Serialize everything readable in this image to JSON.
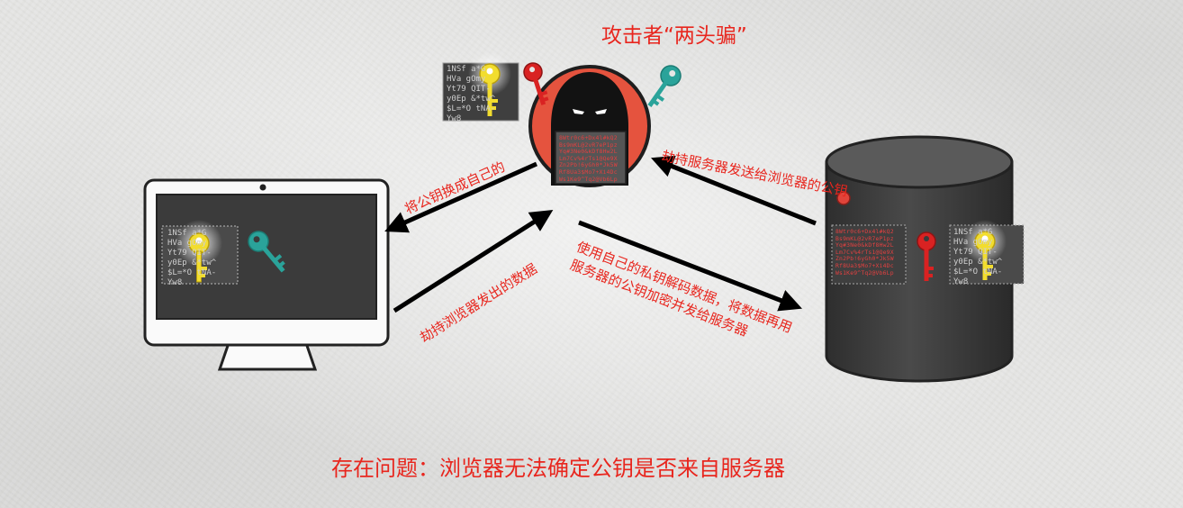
{
  "title": "攻击者“两头骗”",
  "problem": "存在问题：浏览器无法确定公钥是否来自服务器",
  "arrows": {
    "to_browser": "将公钥换成自己的",
    "hijack_browser": "劫持浏览器发出的数据",
    "hijack_server": "劫持服务器发送给浏览器的公钥",
    "to_server_line1": "使用自己的私钥解码数据，将数据再用",
    "to_server_line2": "服务器的公钥加密并发给服务器"
  },
  "key_block_lines": [
    "1NSf   a*G",
    "HVa   gOmy",
    "Yt79   QIT-",
    "y0Ep   &*tw^",
    "$L=*O   tNA-",
    "Yw8"
  ],
  "key_block_lines_server": [
    "1NSf   a*G",
    "HVa   gOmy",
    "Yt79   QIT-",
    "y0Ep   &*tw^",
    "$L=*O   tNA-",
    "Yw8"
  ],
  "red_code_lines": [
    "8Wtr0c6+Dx4l#kQ2",
    "Bs9mKL@2vR7eP1pz",
    "Yq#3Ne0&kDf8Hw2L",
    "Lm7Cv%4rTs1@Qe9X",
    "Zn2Pb!6yGh0*Jk5W",
    "Rf8Ua3$Mo7+Xi4Dc",
    "Ws1Ke9^Tq2@Vb6Lp"
  ],
  "colors": {
    "accent": "#e8261e",
    "yellow_key": "#f2dd2e",
    "teal_key": "#2aa39a",
    "red_key": "#d92222",
    "dark": "#3c3c3c",
    "hacker_circle": "#e5533e"
  },
  "icons": [
    "monitor-icon",
    "server-icon",
    "hacker-icon",
    "yellow-key-icon",
    "teal-key-icon",
    "red-key-icon",
    "indicator-light-icon"
  ]
}
